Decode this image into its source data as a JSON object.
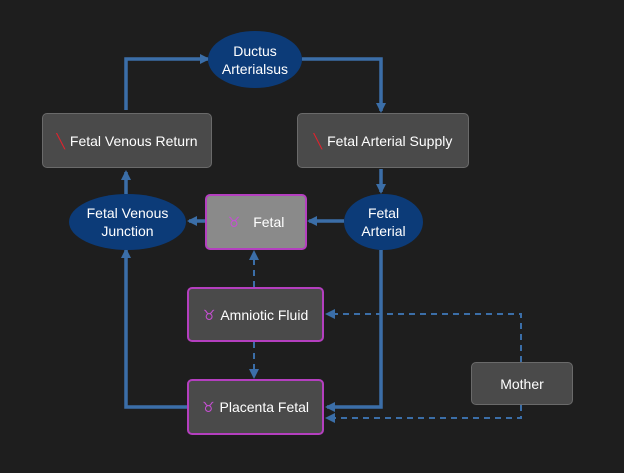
{
  "nodes": {
    "ductus": {
      "label": "Ductus Arterialsus"
    },
    "venous_return": {
      "label": "Fetal Venous Return",
      "icon": "syringe-icon"
    },
    "arterial_supply": {
      "label": "Fetal Arterial Supply",
      "icon": "syringe-icon"
    },
    "venous_junction": {
      "label": "Fetal Venous Junction"
    },
    "fetal": {
      "label": "Fetal",
      "icon": "taurus-icon"
    },
    "fetal_arterial": {
      "label": "Fetal Arterial"
    },
    "amniotic": {
      "label": "Amniotic Fluid",
      "icon": "taurus-icon"
    },
    "placenta": {
      "label": "Placenta Fetal",
      "icon": "taurus-icon"
    },
    "mother": {
      "label": "Mother"
    }
  },
  "glyphs": {
    "taurus": "♉",
    "syringe": "╲"
  },
  "colors": {
    "background": "#1e1e1e",
    "edge": "#3b6ea8",
    "ellipse_fill": "#0c3b78",
    "box_fill": "#4a4a4a",
    "highlight_border": "#b43fbf"
  }
}
